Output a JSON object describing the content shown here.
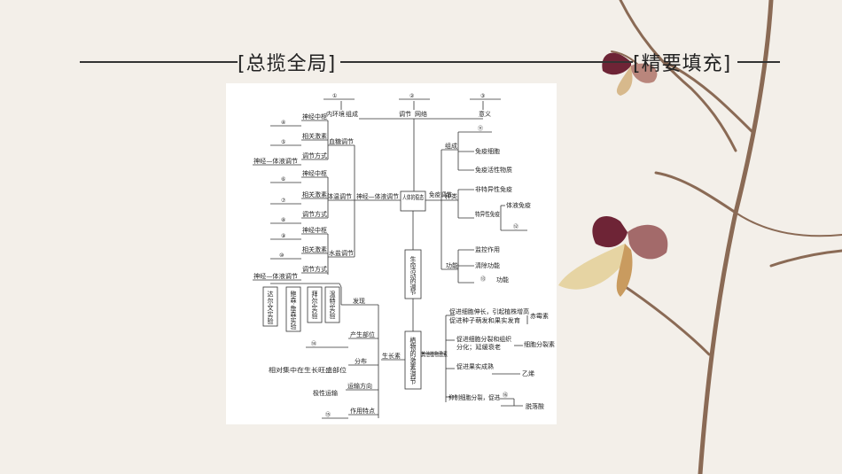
{
  "header": {
    "left_label": "[总揽全局]",
    "right_label": "[精要填充]"
  },
  "diagram": {
    "top": {
      "blank1": "①",
      "label1": "内环境",
      "mid_label": "组成",
      "blank2": "②",
      "label2a": "调节",
      "label2b": "网络",
      "blank3": "③",
      "label3": "意义"
    },
    "center_node": "人体的稳态",
    "neural_center": "神经中枢",
    "related_hormone": "相关激素",
    "regulation_mode": "调节方式",
    "neuro_humoral": "神经—体液调节",
    "blood_sugar": "血糖调节",
    "body_temp": "体温调节",
    "water_salt": "水盐调节",
    "neuro_humoral_mid": "神经—体液调节",
    "blanks_left": [
      "④",
      "⑤",
      "⑥",
      "⑦",
      "⑧",
      "⑨",
      "⑩"
    ],
    "immune": {
      "node": "免疫调节",
      "composition": "组成",
      "blank11": "⑪",
      "cells": "免疫细胞",
      "substances": "免疫活性物质",
      "types": "种类",
      "nonspecific": "非特异性免疫",
      "specific": "特异性免疫",
      "humoral": "体液免疫",
      "blank12": "⑫",
      "function": "功能",
      "monitor": "监控作用",
      "clear": "清除功能",
      "blank13": "⑬",
      "func_suffix": "功能"
    },
    "life_activity": "生命活动的调节",
    "plant_hormone": "植物的激素调节",
    "experiments": [
      "达尔文实验",
      "鲍森·詹森实验",
      "拜尔实验",
      "温特实验"
    ],
    "auxin": {
      "discovery": "发现",
      "node": "生长素",
      "blank14": "⑭",
      "site": "产生部位",
      "distribution_desc": "相对集中在生长旺盛部位",
      "distribution": "分布",
      "polar": "极性运输",
      "transport": "运输方向",
      "blank15": "⑮",
      "feature": "作用特点"
    },
    "other_hormones": {
      "node": "其他植物激素",
      "gib_desc1": "促进细胞伸长，引起植株增高",
      "gib_desc2": "促进种子萌发和果实发育",
      "gib": "赤霉素",
      "cyt_desc1": "促进细胞分裂和组织",
      "cyt_desc2": "分化；延缓衰老",
      "cyt": "细胞分裂素",
      "eth_desc": "促进果实成熟",
      "eth": "乙烯",
      "aba_desc": "抑制细胞分裂，促进",
      "blank16": "⑯",
      "aba": "脱落酸"
    }
  }
}
